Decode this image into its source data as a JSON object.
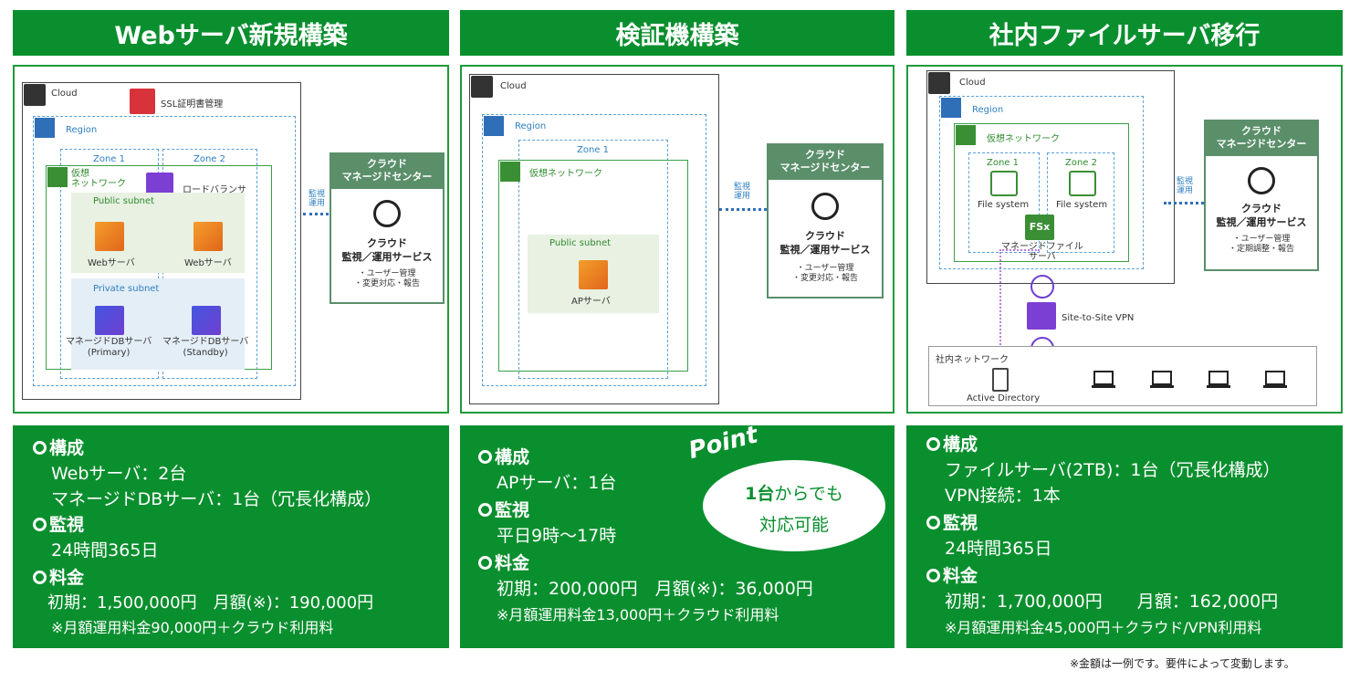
{
  "panels": [
    {
      "title": "Webサーバ新規構築",
      "diagram": {
        "cloud": "Cloud",
        "ssl": "SSL証明書管理",
        "region": "Region",
        "zone1": "Zone 1",
        "zone2": "Zone 2",
        "vnet": "仮想\nネットワーク",
        "lb": "ロードバランサ",
        "public_subnet": "Public subnet",
        "private_subnet": "Private subnet",
        "web1": "Webサーバ",
        "web2": "Webサーバ",
        "db1": "マネージドDBサーバ\n(Primary)",
        "db2": "マネージドDBサーバ\n(Standby)",
        "link": "監視\n運用",
        "msc_title": "クラウド\nマネージドセンター",
        "msc_service": "クラウド\n監視／運用サービス",
        "msc_note": "・ユーザー管理\n・変更対応・報告"
      },
      "info": {
        "h1": "構成",
        "l1": "Webサーバ：2台",
        "l2": "マネージドDBサーバ：1台（冗長化構成）",
        "h2": "監視",
        "l3": "24時間365日",
        "h3": "料金",
        "l4": "初期：1,500,000円　月額(※)：190,000円",
        "l5": "※月額運用料金90,000円＋クラウド利用料"
      }
    },
    {
      "title": "検証機構築",
      "diagram": {
        "cloud": "Cloud",
        "region": "Region",
        "zone1": "Zone 1",
        "vnet": "仮想ネットワーク",
        "public_subnet": "Public subnet",
        "ap": "APサーバ",
        "link": "監視\n運用",
        "msc_title": "クラウド\nマネージドセンター",
        "msc_service": "クラウド\n監視／運用サービス",
        "msc_note": "・ユーザー管理\n・変更対応・報告"
      },
      "info": {
        "h1": "構成",
        "l1": "APサーバ：1台",
        "h2": "監視",
        "l2": "平日9時～17時",
        "h3": "料金",
        "l3": "初期：200,000円　月額(※)：36,000円",
        "l4": "※月額運用料金13,000円＋クラウド利用料",
        "point": "Point",
        "bubble_strong": "1台",
        "bubble_rest": "からでも",
        "bubble_line2": "対応可能"
      }
    },
    {
      "title": "社内ファイルサーバ移行",
      "diagram": {
        "cloud": "Cloud",
        "region": "Region",
        "vnet": "仮想ネットワーク",
        "zone1": "Zone 1",
        "zone2": "Zone 2",
        "fs1": "File system",
        "fs2": "File system",
        "fsx": "FSx",
        "mfs": "マネージドファイル\nサーバ",
        "vpn": "Site-to-Site VPN",
        "corp": "社内ネットワーク",
        "ad": "Active Directory",
        "link": "監視\n運用",
        "msc_title": "クラウド\nマネージドセンター",
        "msc_service": "クラウド\n監視／運用サービス",
        "msc_note": "・ユーザー管理\n・定期調整・報告"
      },
      "info": {
        "h1": "構成",
        "l1": "ファイルサーバ(2TB)：1台（冗長化構成）",
        "l2": "VPN接続：1本",
        "h2": "監視",
        "l3": "24時間365日",
        "h3": "料金",
        "l4": "初期：1,700,000円　　月額：162,000円",
        "l5": "※月額運用料金45,000円＋クラウド/VPN利用料"
      }
    }
  ],
  "footnote": "※金額は一例です。要件によって変動します。",
  "colors": {
    "green": "#0a8f2e",
    "msc": "#5a8f6a",
    "link": "#2f6fb8"
  }
}
